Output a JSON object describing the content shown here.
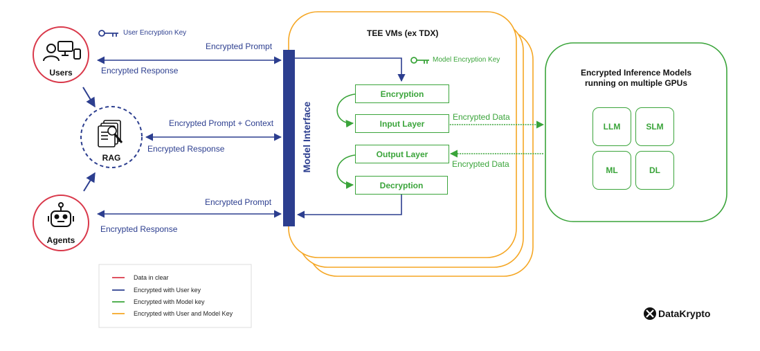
{
  "actors": {
    "users": "Users",
    "rag": "RAG",
    "agents": "Agents"
  },
  "keys": {
    "user_key": "User Encryption Key",
    "model_key": "Model Encryption Key"
  },
  "flows": {
    "users_prompt": "Encrypted Prompt",
    "users_response": "Encrypted Response",
    "rag_prompt": "Encrypted Prompt + Context",
    "rag_response": "Encrypted Response",
    "agents_prompt": "Encrypted Prompt",
    "agents_response": "Encrypted Response",
    "data_out": "Encrypted Data",
    "data_in": "Encrypted Data"
  },
  "model_interface": "Model Interface",
  "tee": {
    "title": "TEE VMs (ex TDX)",
    "steps": [
      "Encryption",
      "Input Layer",
      "Output Layer",
      "Decryption"
    ]
  },
  "inference": {
    "title_line1": "Encrypted Inference Models",
    "title_line2": "running on multiple GPUs",
    "models": [
      "LLM",
      "SLM",
      "ML",
      "DL"
    ]
  },
  "legend": [
    {
      "label": "Data in clear",
      "color": "#d9384a"
    },
    {
      "label": "Encrypted with User key",
      "color": "#2c3e8f"
    },
    {
      "label": "Encrypted with Model key",
      "color": "#3aa43a"
    },
    {
      "label": "Encrypted with User and Model Key",
      "color": "#f5a623"
    }
  ],
  "brand": "DataKrypto",
  "colors": {
    "clear": "#d9384a",
    "user": "#2c3e8f",
    "model": "#3aa43a",
    "both": "#f5a623"
  }
}
